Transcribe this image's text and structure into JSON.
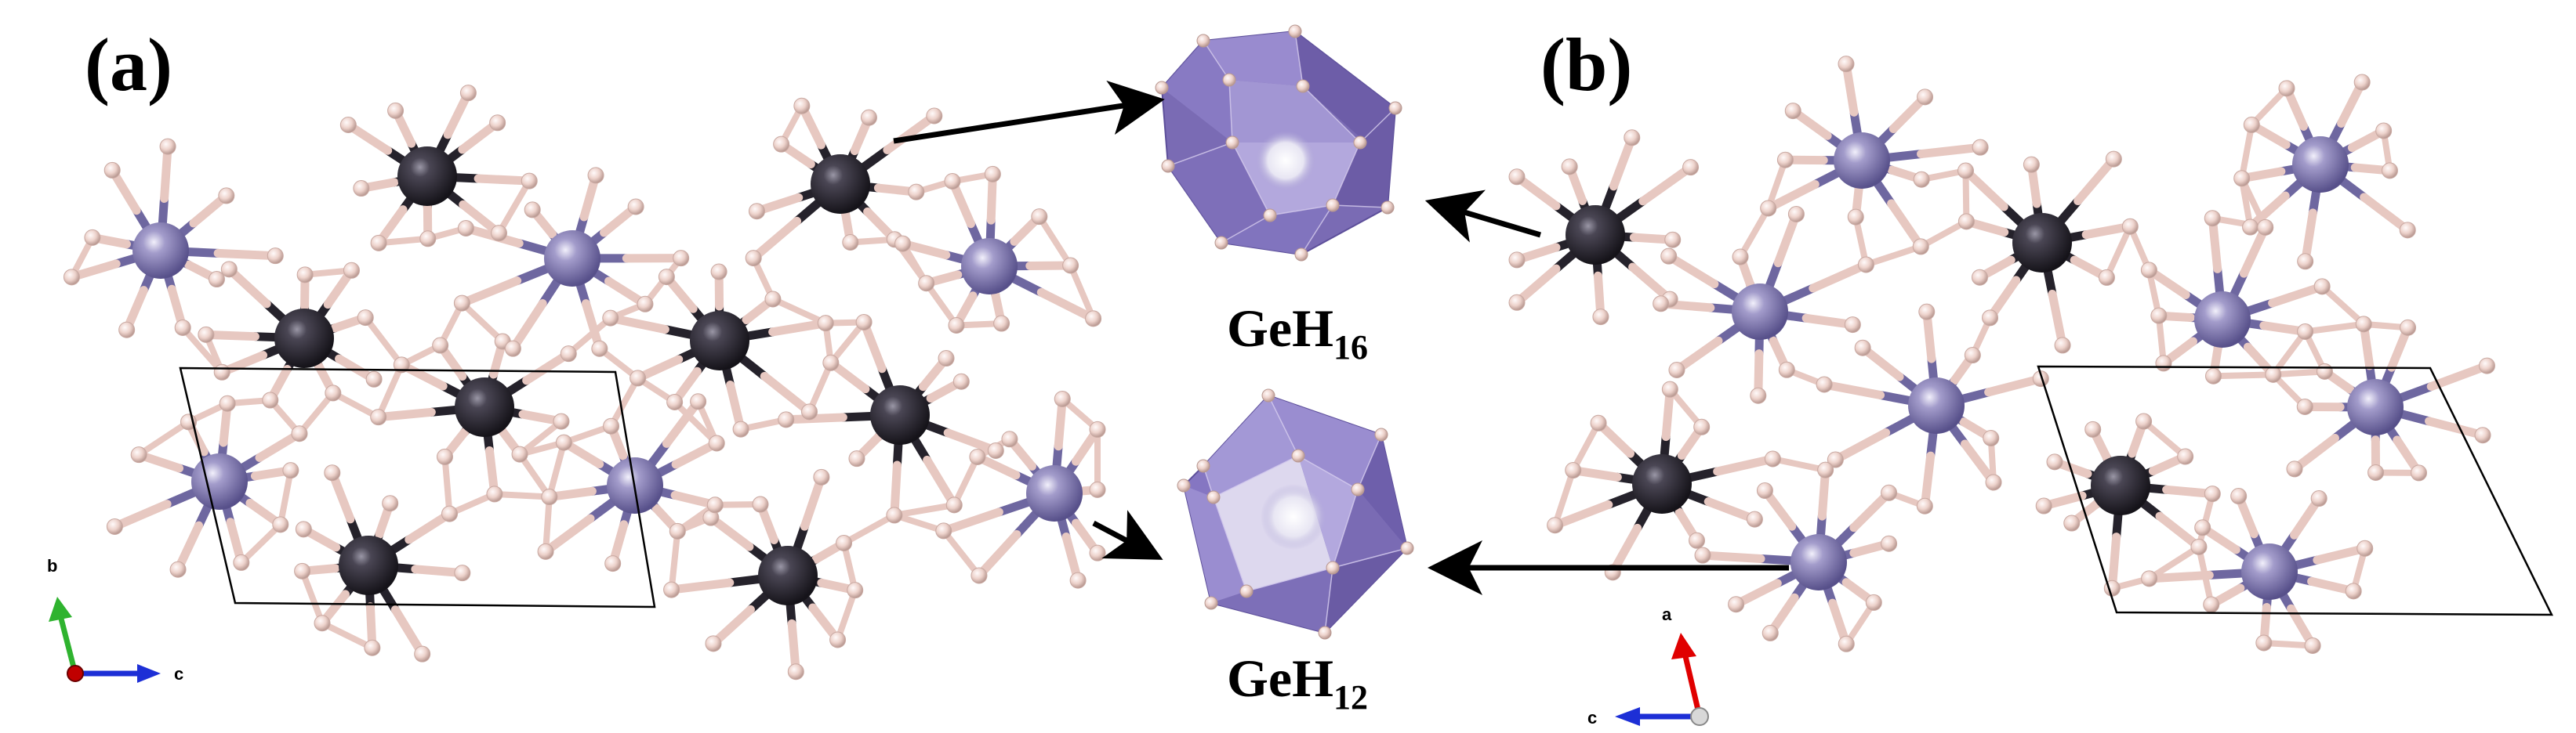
{
  "panels": {
    "a": {
      "label": "(a)"
    },
    "b": {
      "label": "(b)"
    }
  },
  "polyhedra": {
    "top": {
      "formula_main": "GeH",
      "formula_sub": "16"
    },
    "bottom": {
      "formula_main": "GeH",
      "formula_sub": "12"
    }
  },
  "axes_a": {
    "b_label": "b",
    "c_label": "c"
  },
  "axes_b": {
    "a_label": "a",
    "c_label": "c"
  },
  "colors": {
    "hydrogen": "#e9cdc6",
    "hydrogen_bond": "#e7c8c1",
    "heavy_atom_dark": "#2a2731",
    "heavy_atom_light": "#8c86b3",
    "polyhedron_fill": "#8f7fc7",
    "axis_a_red": "#e00000",
    "axis_b_green": "#2fb32f",
    "axis_c_blue": "#1d2fd6"
  }
}
